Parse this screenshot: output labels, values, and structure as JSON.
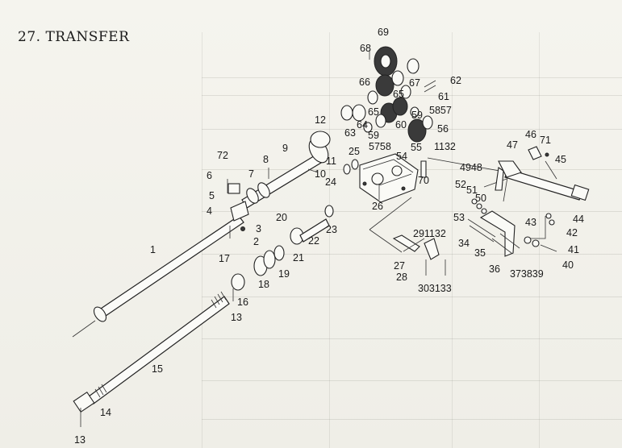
{
  "page": {
    "title": "27. TRANSFER"
  },
  "parts": [
    {
      "id": "p1",
      "label": "1"
    },
    {
      "id": "p2",
      "label": "2"
    },
    {
      "id": "p3",
      "label": "3"
    },
    {
      "id": "p4",
      "label": "4"
    },
    {
      "id": "p5",
      "label": "5"
    },
    {
      "id": "p6",
      "label": "6"
    },
    {
      "id": "p7",
      "label": "7"
    },
    {
      "id": "p8",
      "label": "8"
    },
    {
      "id": "p9",
      "label": "9"
    },
    {
      "id": "p10",
      "label": "10"
    },
    {
      "id": "p11",
      "label": "11"
    },
    {
      "id": "p12",
      "label": "12"
    },
    {
      "id": "p13a",
      "label": "13"
    },
    {
      "id": "p13b",
      "label": "13"
    },
    {
      "id": "p14",
      "label": "14"
    },
    {
      "id": "p15",
      "label": "15"
    },
    {
      "id": "p16",
      "label": "16"
    },
    {
      "id": "p17",
      "label": "17"
    },
    {
      "id": "p18",
      "label": "18"
    },
    {
      "id": "p19",
      "label": "19"
    },
    {
      "id": "p20",
      "label": "20"
    },
    {
      "id": "p21",
      "label": "21"
    },
    {
      "id": "p22",
      "label": "22"
    },
    {
      "id": "p23",
      "label": "23"
    },
    {
      "id": "p24",
      "label": "24"
    },
    {
      "id": "p25",
      "label": "25"
    },
    {
      "id": "p26",
      "label": "26"
    },
    {
      "id": "p27",
      "label": "27"
    },
    {
      "id": "p28",
      "label": "28"
    },
    {
      "id": "p291132",
      "label": "291132"
    },
    {
      "id": "p303133",
      "label": "303133"
    },
    {
      "id": "p34",
      "label": "34"
    },
    {
      "id": "p35",
      "label": "35"
    },
    {
      "id": "p36",
      "label": "36"
    },
    {
      "id": "p373839",
      "label": "373839"
    },
    {
      "id": "p40",
      "label": "40"
    },
    {
      "id": "p41",
      "label": "41"
    },
    {
      "id": "p42",
      "label": "42"
    },
    {
      "id": "p43",
      "label": "43"
    },
    {
      "id": "p44",
      "label": "44"
    },
    {
      "id": "p45",
      "label": "45"
    },
    {
      "id": "p46",
      "label": "46"
    },
    {
      "id": "p47",
      "label": "47"
    },
    {
      "id": "p4948",
      "label": "4948"
    },
    {
      "id": "p50",
      "label": "50"
    },
    {
      "id": "p51",
      "label": "51"
    },
    {
      "id": "p52",
      "label": "52"
    },
    {
      "id": "p53",
      "label": "53"
    },
    {
      "id": "p54",
      "label": "54"
    },
    {
      "id": "p55",
      "label": "55"
    },
    {
      "id": "p56",
      "label": "56"
    },
    {
      "id": "p5758",
      "label": "5758"
    },
    {
      "id": "p5857",
      "label": "5857"
    },
    {
      "id": "p59a",
      "label": "59"
    },
    {
      "id": "p59b",
      "label": "59"
    },
    {
      "id": "p60",
      "label": "60"
    },
    {
      "id": "p61",
      "label": "61"
    },
    {
      "id": "p62",
      "label": "62"
    },
    {
      "id": "p63",
      "label": "63"
    },
    {
      "id": "p64",
      "label": "64"
    },
    {
      "id": "p65a",
      "label": "65"
    },
    {
      "id": "p65b",
      "label": "65"
    },
    {
      "id": "p66",
      "label": "66"
    },
    {
      "id": "p67",
      "label": "67"
    },
    {
      "id": "p68",
      "label": "68"
    },
    {
      "id": "p69",
      "label": "69"
    },
    {
      "id": "p70",
      "label": "70"
    },
    {
      "id": "p71",
      "label": "71"
    },
    {
      "id": "p72",
      "label": "72"
    },
    {
      "id": "p1132",
      "label": "1132"
    }
  ]
}
